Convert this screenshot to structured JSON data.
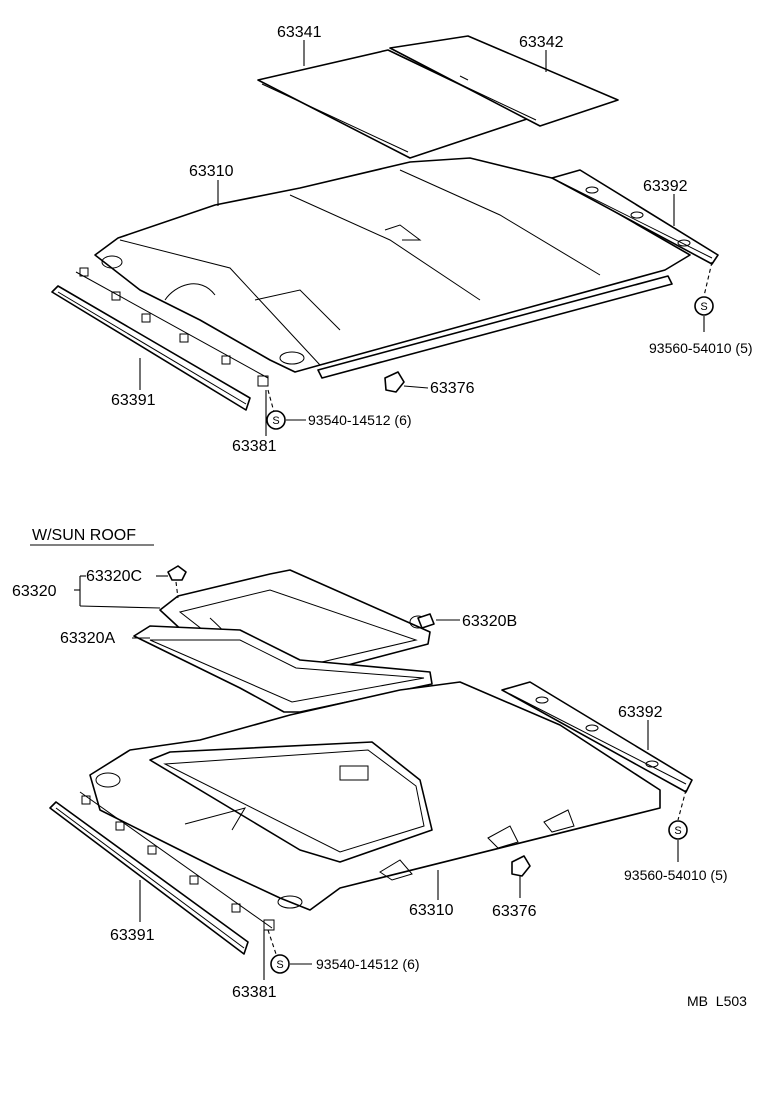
{
  "upper": {
    "labels": {
      "p63341": "63341",
      "p63342": "63342",
      "p63310": "63310",
      "p63392": "63392",
      "p63391": "63391",
      "p63381": "63381",
      "p63376": "63376",
      "screw_right": "93560-54010 (5)",
      "screw_left": "93540-14512 (6)"
    }
  },
  "lower": {
    "section_title": "W/SUN ROOF",
    "labels": {
      "p63320": "63320",
      "p63320C": "63320C",
      "p63320A": "63320A",
      "p63320B": "63320B",
      "p63392": "63392",
      "p63391": "63391",
      "p63381": "63381",
      "p63310": "63310",
      "p63376": "63376",
      "screw_right": "93560-54010 (5)",
      "screw_left": "93540-14512 (6)"
    }
  },
  "screw_symbol": "S",
  "footer_code": "MB  L503"
}
